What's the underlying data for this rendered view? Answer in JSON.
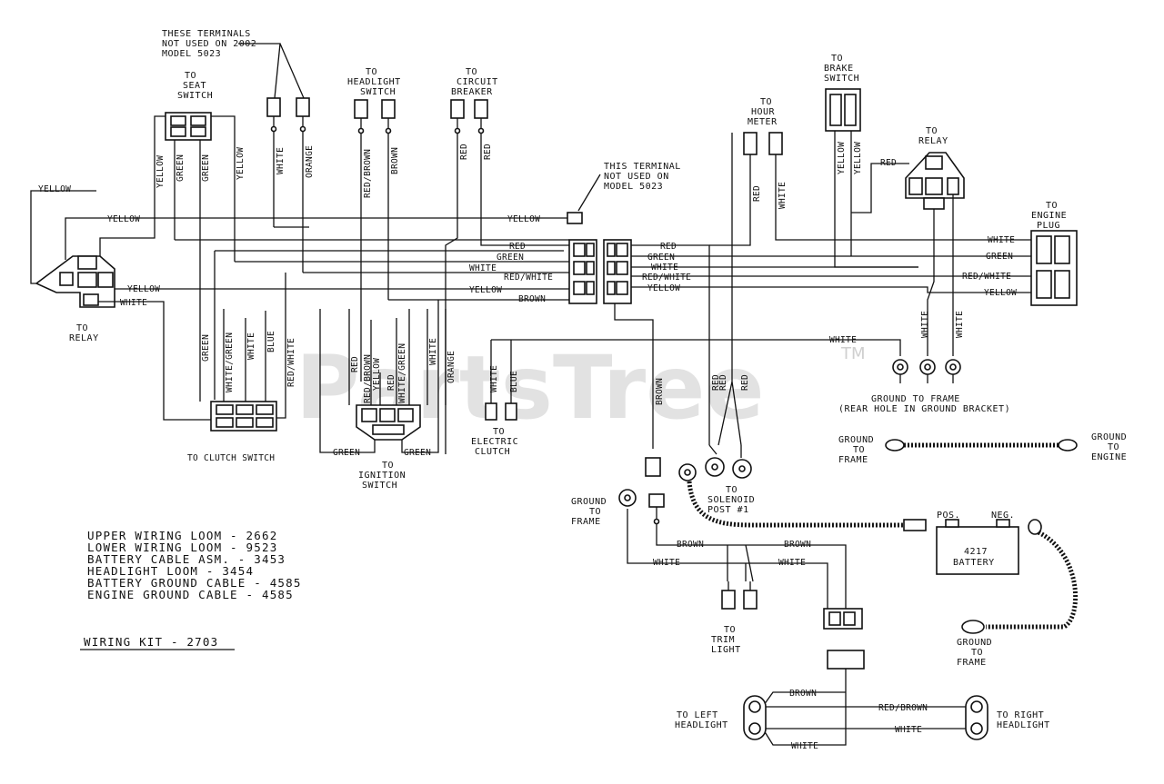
{
  "watermark": {
    "text": "PartsTree",
    "tm": "TM"
  },
  "notes": {
    "unused_terminals": [
      "THESE TERMINALS",
      "NOT USED ON 2002",
      "MODEL 5023"
    ],
    "unused_terminal": [
      "THIS TERMINAL",
      "NOT USED ON",
      "MODEL 5023"
    ]
  },
  "components": {
    "seat_switch": [
      "TO",
      "SEAT",
      "SWITCH"
    ],
    "headlight_switch": [
      "TO",
      "HEADLIGHT",
      "SWITCH"
    ],
    "circuit_breaker": [
      "TO",
      "CIRCUIT",
      "BREAKER"
    ],
    "hour_meter": [
      "TO",
      "HOUR",
      "METER"
    ],
    "brake_switch": [
      "TO",
      "BRAKE",
      "SWITCH"
    ],
    "relay_right": [
      "TO",
      "RELAY"
    ],
    "engine_plug": [
      "TO",
      "ENGINE",
      "PLUG"
    ],
    "relay_left": [
      "TO",
      "RELAY"
    ],
    "clutch_switch": "TO CLUTCH SWITCH",
    "ignition_switch": [
      "TO",
      "IGNITION",
      "SWITCH"
    ],
    "electric_clutch": [
      "TO",
      "ELECTRIC",
      "CLUTCH"
    ],
    "ground_frame_right": [
      "GROUND TO FRAME",
      "(REAR HOLE IN GROUND BRACKET)"
    ],
    "ground_to_frame_a": [
      "GROUND",
      "TO",
      "FRAME"
    ],
    "ground_to_engine": [
      "GROUND",
      "TO",
      "ENGINE"
    ],
    "solenoid": [
      "TO",
      "SOLENOID",
      "POST #1"
    ],
    "ground_frame_left": [
      "GROUND",
      "TO",
      "FRAME"
    ],
    "trim_light": [
      "TO",
      "TRIM",
      "LIGHT"
    ],
    "battery": {
      "pos": "POS.",
      "neg": "NEG.",
      "model": "4217",
      "name": "BATTERY"
    },
    "ground_frame_bottom": [
      "GROUND",
      "TO",
      "FRAME"
    ],
    "left_headlight": [
      "TO LEFT",
      "HEADLIGHT"
    ],
    "right_headlight": [
      "TO RIGHT",
      "HEADLIGHT"
    ]
  },
  "wires": {
    "yellow": "YELLOW",
    "green": "GREEN",
    "white": "WHITE",
    "orange": "ORANGE",
    "red": "RED",
    "brown": "BROWN",
    "blue": "BLUE",
    "red_brown": "RED/BROWN",
    "red_white": "RED/WHITE",
    "white_green": "WHITE/GREEN"
  },
  "parts_list": [
    "UPPER WIRING LOOM - 2662",
    "LOWER WIRING LOOM - 9523",
    "BATTERY CABLE ASM. - 3453",
    "HEADLIGHT LOOM - 3454",
    "BATTERY GROUND CABLE - 4585",
    "ENGINE GROUND CABLE - 4585"
  ],
  "wiring_kit": "WIRING KIT - 2703"
}
